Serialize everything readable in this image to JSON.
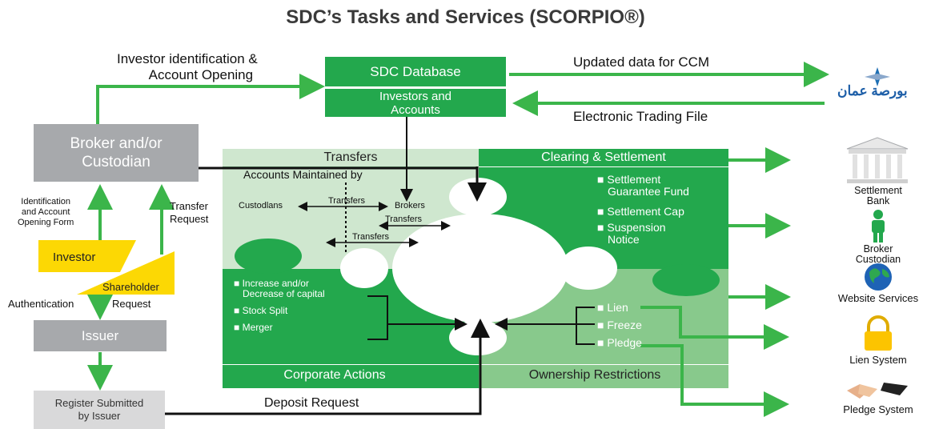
{
  "title": "SDC’s Tasks and Services (SCORPIO®)",
  "database": {
    "title": "SDC Database",
    "subtitle_line1": "Investors and",
    "subtitle_line2": "Accounts"
  },
  "flows": {
    "investor_id_line1": "Investor identification &",
    "investor_id_line2": "Account Opening",
    "updated_data": "Updated data for CCM",
    "electronic_trading": "Electronic Trading File",
    "deposit_request": "Deposit Request",
    "transfer_request_line1": "Transfer",
    "transfer_request_line2": "Request",
    "id_form_line1": "Identification",
    "id_form_line2": "and Account",
    "id_form_line3": "Opening Form",
    "authentication": "Authentication",
    "request": "Request"
  },
  "left": {
    "broker_line1": "Broker and/or",
    "broker_line2": "Custodian",
    "investor": "Investor",
    "shareholder": "Shareholder",
    "issuer": "Issuer",
    "register_line1": "Register Submitted",
    "register_line2": "by Issuer"
  },
  "quadrants": {
    "transfers": {
      "title": "Transfers",
      "accounts_maintained": "Accounts Maintained by",
      "custodians": "Custodlans",
      "brokers": "Brokers",
      "transfers_label": "Transfers"
    },
    "clearing": {
      "title": "Clearing & Settlement",
      "items": [
        {
          "line1": "Settlement",
          "line2": "Guarantee Fund"
        },
        {
          "line1": "Settlement Cap",
          "line2": ""
        },
        {
          "line1": "Suspension",
          "line2": "Notice"
        }
      ]
    },
    "corporate": {
      "title": "Corporate Actions",
      "items": [
        {
          "line1": "Increase and/or",
          "line2": "Decrease of capital"
        },
        {
          "line1": "Stock Split",
          "line2": ""
        },
        {
          "line1": "Merger",
          "line2": ""
        }
      ]
    },
    "ownership": {
      "title": "Ownership Restrictions",
      "items": [
        "Lien",
        "Freeze",
        "Pledge"
      ]
    }
  },
  "right": {
    "settlement_bank_line1": "Settlement",
    "settlement_bank_line2": "Bank",
    "broker_custodian_line1": "Broker",
    "broker_custodian_line2": "Custodian",
    "website": "Website Services",
    "lien_system": "Lien System",
    "pledge_system": "Pledge System",
    "exchange_logo_text": "بورصة عمان"
  },
  "colors": {
    "green_dark": "#23a84d",
    "green_medium": "#3db35c",
    "green_light": "#cfe7cf",
    "green_pale": "#88c98c",
    "gray": "#a7a9ac",
    "yellow": "#fcd804",
    "arrow_green": "#3bb54a"
  }
}
